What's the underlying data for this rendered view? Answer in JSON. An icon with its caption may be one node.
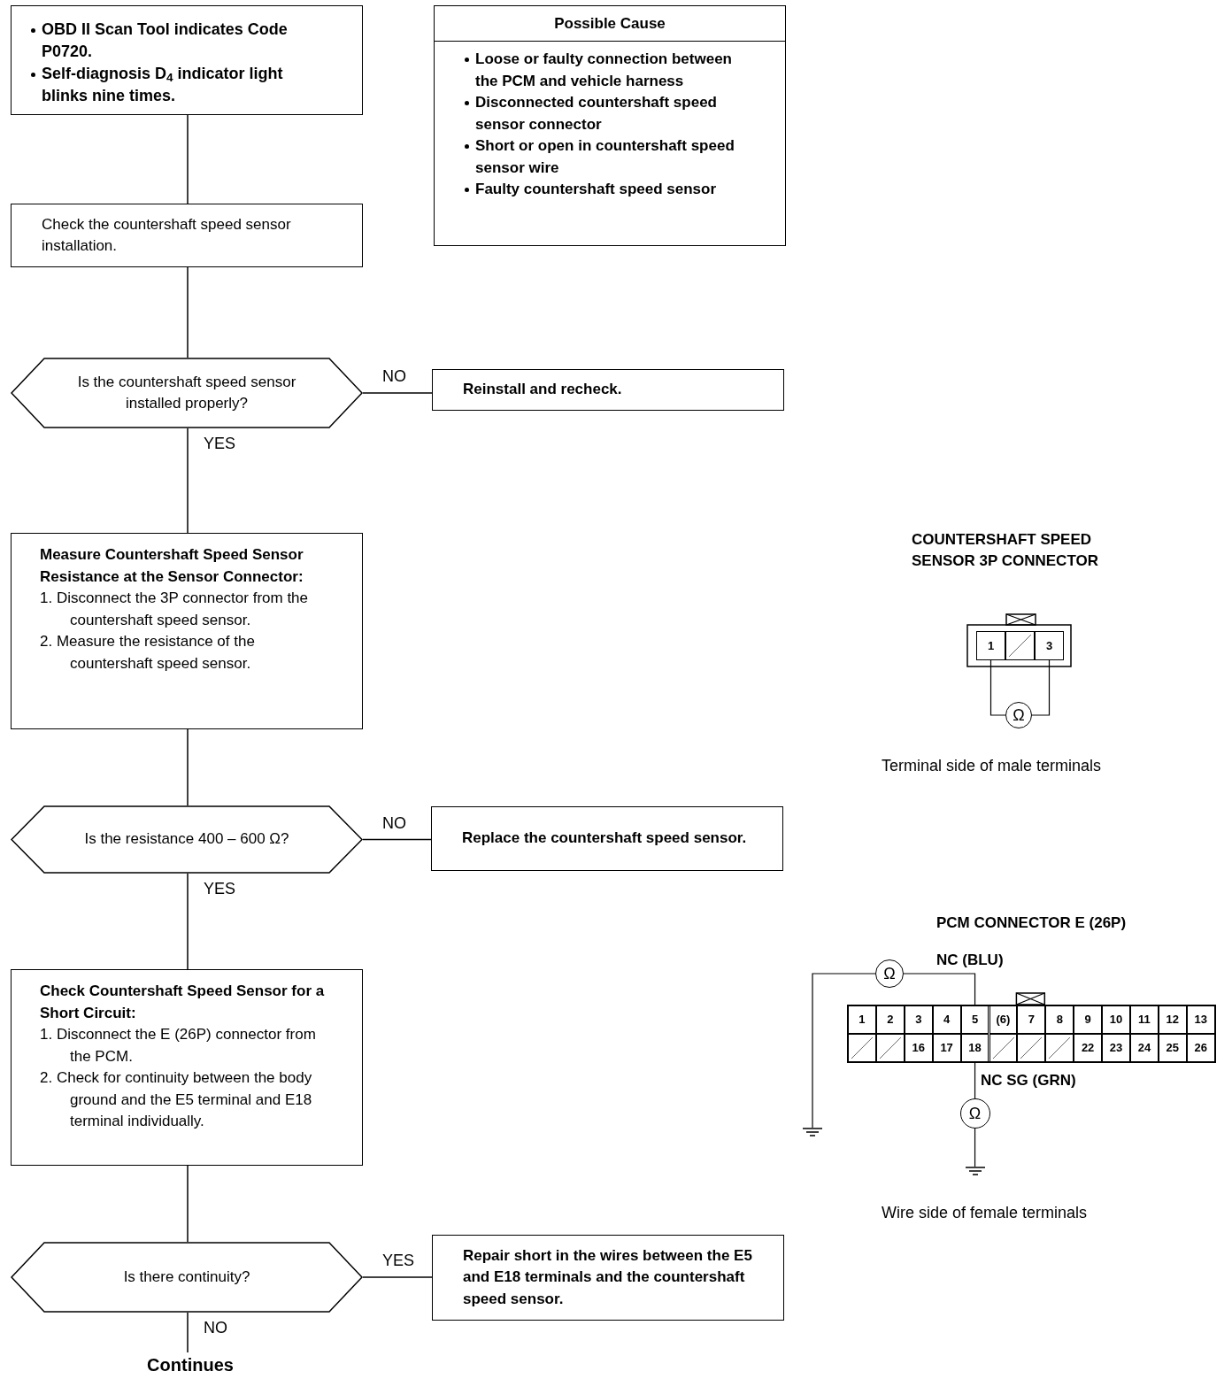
{
  "diagram": {
    "nodes": [
      {
        "text": [
          "OBD II Scan Tool indicates Code P0720.",
          "Self-diagnosis D$_{4}$ indicator light blinks nine times."
        ]
      },
      {
        "text": [
          "Possible Cause",
          "Loose or faulty connection between the PCM and vehicle harness",
          "Disconnected countershaft speed sensor connector",
          "Short or open in countershaft speed sensor wire",
          "Faulty countershaft speed sensor"
        ]
      },
      {
        "text": [
          "Check the countershaft speed sensor installation."
        ]
      },
      {
        "text": [
          "Is the countershaft speed sensor installed properly?"
        ]
      },
      {
        "text": [
          "Reinstall and recheck."
        ]
      },
      {
        "text": [
          "Measure Countershaft Speed Sensor Resistance at the Sensor Connector:",
          "1. Disconnect the 3P connector from the countershaft speed sensor.",
          "2. Measure the resistance of the countershaft speed sensor."
        ]
      },
      {
        "text": [
          "Is the resistance 400 – 600 Ω?"
        ]
      },
      {
        "text": [
          "Replace the countershaft speed sensor."
        ]
      },
      {
        "text": [
          "Check Countershaft Speed Sensor for a Short Circuit:",
          "1. Disconnect the E (26P) connector from the PCM.",
          "2. Check for continuity between the body ground and the E5 terminal and E18 terminal individually."
        ]
      },
      {
        "text": [
          "Is there continuity?"
        ]
      },
      {
        "text": [
          "Repair short in the wires between the E5 and E18 terminals and the countershaft speed sensor."
        ]
      },
      {
        "text": [
          "Continues"
        ]
      },
      {
        "text": [
          "1"
        ]
      },
      {
        "text": [
          "3"
        ]
      },
      {
        "text": [
          "Ω"
        ]
      },
      {
        "text": [
          "Ω"
        ]
      },
      {
        "text": [
          "5"
        ]
      },
      {
        "text": [
          "18"
        ]
      },
      {
        "text": [],
        "shape": "ground"
      },
      {
        "text": [
          "Ω"
        ]
      },
      {
        "text": [],
        "shape": "ground"
      }
    ],
    "edges": [
      {
        "from": 0,
        "to": 2,
        "arrow": "none"
      },
      {
        "from": 2,
        "to": 3,
        "arrow": "none"
      },
      {
        "from": 3,
        "to": 4,
        "arrow": "none",
        "label": "NO"
      },
      {
        "from": 3,
        "to": 5,
        "arrow": "none",
        "label": "YES"
      },
      {
        "from": 5,
        "to": 6,
        "arrow": "none"
      },
      {
        "from": 6,
        "to": 7,
        "arrow": "none",
        "label": "NO"
      },
      {
        "from": 6,
        "to": 8,
        "arrow": "none",
        "label": "YES"
      },
      {
        "from": 8,
        "to": 9,
        "arrow": "none"
      },
      {
        "from": 9,
        "to": 10,
        "arrow": "none",
        "label": "YES"
      },
      {
        "from": 9,
        "to": 11,
        "arrow": "none",
        "label": "NO"
      },
      {
        "from": 12,
        "to": 14,
        "arrow": "none"
      },
      {
        "from": 14,
        "to": 13,
        "arrow": "none"
      },
      {
        "from": 16,
        "to": 15,
        "arrow": "none"
      },
      {
        "from": 15,
        "to": 18,
        "arrow": "none"
      },
      {
        "from": 17,
        "to": 19,
        "arrow": "none"
      },
      {
        "from": 19,
        "to": 20,
        "arrow": "none"
      }
    ],
    "labels": [
      "COUNTERSHAFT SPEED SENSOR 3P CONNECTOR",
      "Terminal side of male terminals",
      "PCM CONNECTOR E (26P)",
      "NC (BLU)",
      "1",
      "2",
      "3",
      "4",
      "(6)",
      "7",
      "8",
      "9",
      "10",
      "11",
      "12",
      "13",
      "16",
      "17",
      "22",
      "23",
      "24",
      "25",
      "26",
      "NC SG (GRN)",
      "Wire side of female terminals"
    ]
  }
}
